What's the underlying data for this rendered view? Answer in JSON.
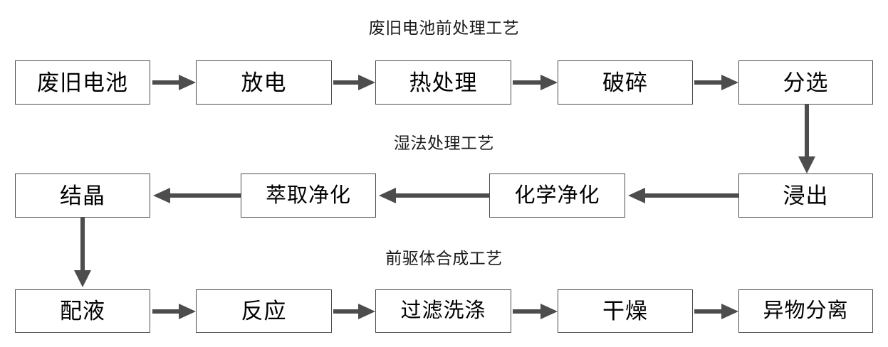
{
  "diagram": {
    "title_overall": "废旧电池前处理工艺",
    "background": "#ffffff",
    "box_stroke": "#4d4d4d",
    "arrow_color": "#4d4d4d",
    "text_color": "#000000"
  },
  "sections": [
    {
      "id": "pretreatment",
      "title": "废旧电池前处理工艺"
    },
    {
      "id": "hydrometallurgy",
      "title": "湿法处理工艺"
    },
    {
      "id": "precursor",
      "title": "前驱体合成工艺"
    }
  ],
  "nodes": {
    "row1": [
      {
        "id": "waste-battery",
        "label": "废旧电池"
      },
      {
        "id": "discharge",
        "label": "放电"
      },
      {
        "id": "heat-treatment",
        "label": "热处理"
      },
      {
        "id": "crushing",
        "label": "破碎"
      },
      {
        "id": "sorting",
        "label": "分选"
      }
    ],
    "row2": [
      {
        "id": "crystallization",
        "label": "结晶"
      },
      {
        "id": "extraction-purification",
        "label": "萃取净化"
      },
      {
        "id": "chemical-purification",
        "label": "化学净化"
      },
      {
        "id": "leaching",
        "label": "浸出"
      }
    ],
    "row3": [
      {
        "id": "solution-preparation",
        "label": "配液"
      },
      {
        "id": "reaction",
        "label": "反应"
      },
      {
        "id": "filtration-washing",
        "label": "过滤洗涤"
      },
      {
        "id": "drying",
        "label": "干燥"
      },
      {
        "id": "foreign-matter-separation",
        "label": "异物分离"
      }
    ]
  },
  "flow_edges": [
    {
      "from": "waste-battery",
      "to": "discharge",
      "direction": "right"
    },
    {
      "from": "discharge",
      "to": "heat-treatment",
      "direction": "right"
    },
    {
      "from": "heat-treatment",
      "to": "crushing",
      "direction": "right"
    },
    {
      "from": "crushing",
      "to": "sorting",
      "direction": "right"
    },
    {
      "from": "sorting",
      "to": "leaching",
      "direction": "down"
    },
    {
      "from": "leaching",
      "to": "chemical-purification",
      "direction": "left"
    },
    {
      "from": "chemical-purification",
      "to": "extraction-purification",
      "direction": "left"
    },
    {
      "from": "extraction-purification",
      "to": "crystallization",
      "direction": "left"
    },
    {
      "from": "crystallization",
      "to": "solution-preparation",
      "direction": "down"
    },
    {
      "from": "solution-preparation",
      "to": "reaction",
      "direction": "right"
    },
    {
      "from": "reaction",
      "to": "filtration-washing",
      "direction": "right"
    },
    {
      "from": "filtration-washing",
      "to": "drying",
      "direction": "right"
    },
    {
      "from": "drying",
      "to": "foreign-matter-separation",
      "direction": "right"
    }
  ]
}
